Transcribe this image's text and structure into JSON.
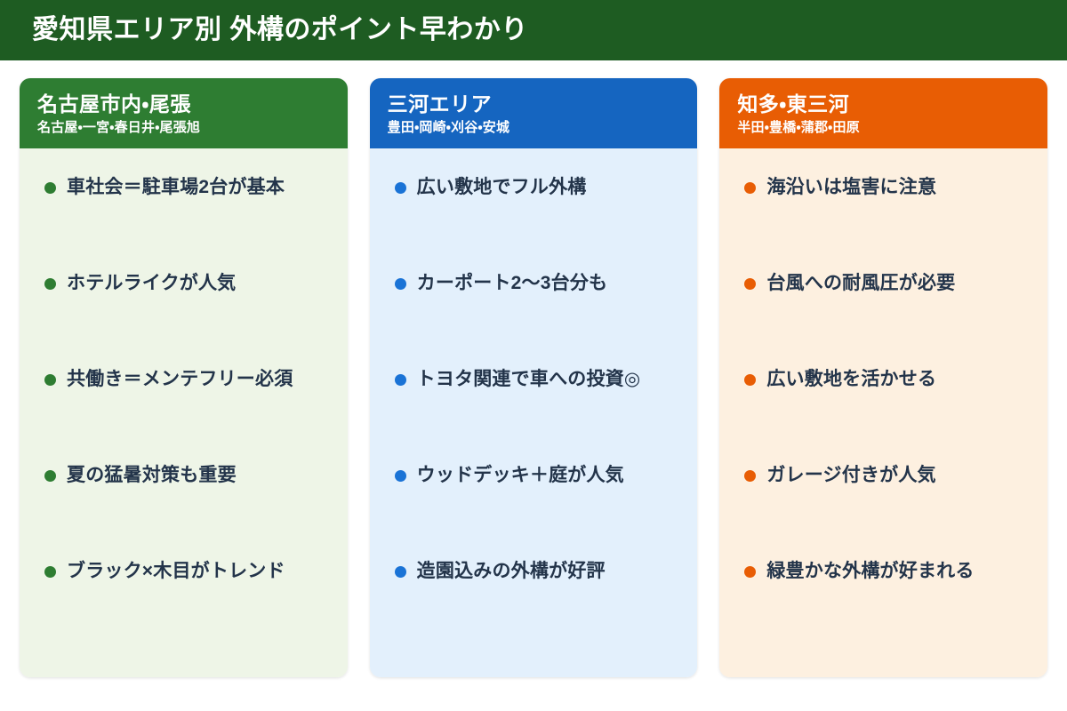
{
  "header": {
    "title": "愛知県エリア別 外構のポイント早わかり",
    "background_color": "#1e5c22",
    "text_color": "#ffffff"
  },
  "columns": [
    {
      "id": "nagoya-owari",
      "title": "名古屋市内・尾張",
      "subtitle": "名古屋・一宮・春日井・尾張旭",
      "accent_color": "#2e7d32",
      "body_color": "#eef5e7",
      "bullet_color": "#2e7d32",
      "items": [
        "車社会＝駐車場2台が基本",
        "ホテルライクが人気",
        "共働き＝メンテフリー必須",
        "夏の猛暑対策も重要",
        "ブラック×木目がトレンド"
      ]
    },
    {
      "id": "mikawa",
      "title": "三河エリア",
      "subtitle": "豊田・岡崎・刈谷・安城",
      "accent_color": "#1565c0",
      "body_color": "#e3f0fc",
      "bullet_color": "#1a73d6",
      "items": [
        "広い敷地でフル外構",
        "カーポート2〜3台分も",
        "トヨタ関連で車への投資◎",
        "ウッドデッキ＋庭が人気",
        "造園込みの外構が好評"
      ]
    },
    {
      "id": "chita-higashimikawa",
      "title": "知多・東三河",
      "subtitle": "半田・豊橋・蒲郡・田原",
      "accent_color": "#e85d04",
      "body_color": "#fdf0e0",
      "bullet_color": "#e85d04",
      "items": [
        "海沿いは塩害に注意",
        "台風への耐風圧が必要",
        "広い敷地を活かせる",
        "ガレージ付きが人気",
        "緑豊かな外構が好まれる"
      ]
    }
  ]
}
